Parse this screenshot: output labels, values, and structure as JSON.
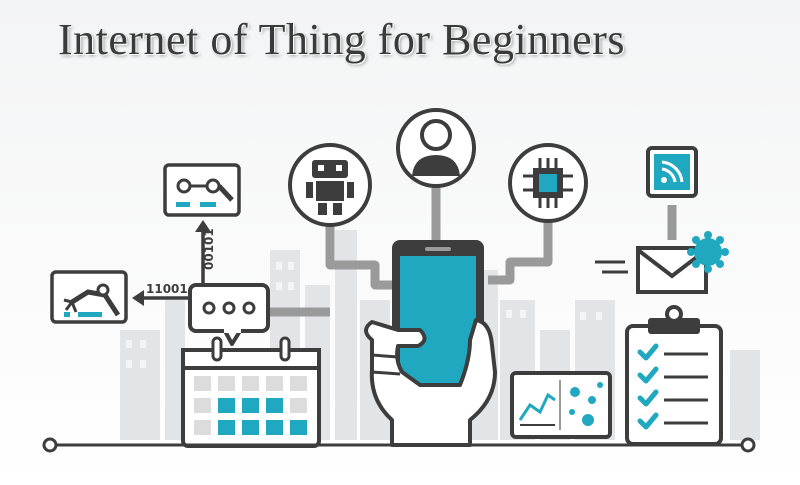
{
  "title": "Internet of Thing for Beginners",
  "labels": {
    "binary_vertical": "00101",
    "binary_horizontal": "11001"
  },
  "colors": {
    "teal": "#1fa8c0",
    "dark": "#3d3d3d",
    "gray": "#9a9a9a",
    "light_gray": "#dcdcdc"
  },
  "icons": [
    "robot-icon",
    "person-icon",
    "chip-icon",
    "wifi-icon",
    "mail-icon",
    "robotic-arm-icon",
    "smartphone-icon",
    "calendar-icon",
    "chat-bubble-icon",
    "dashboard-chart-icon",
    "clipboard-checklist-icon"
  ]
}
